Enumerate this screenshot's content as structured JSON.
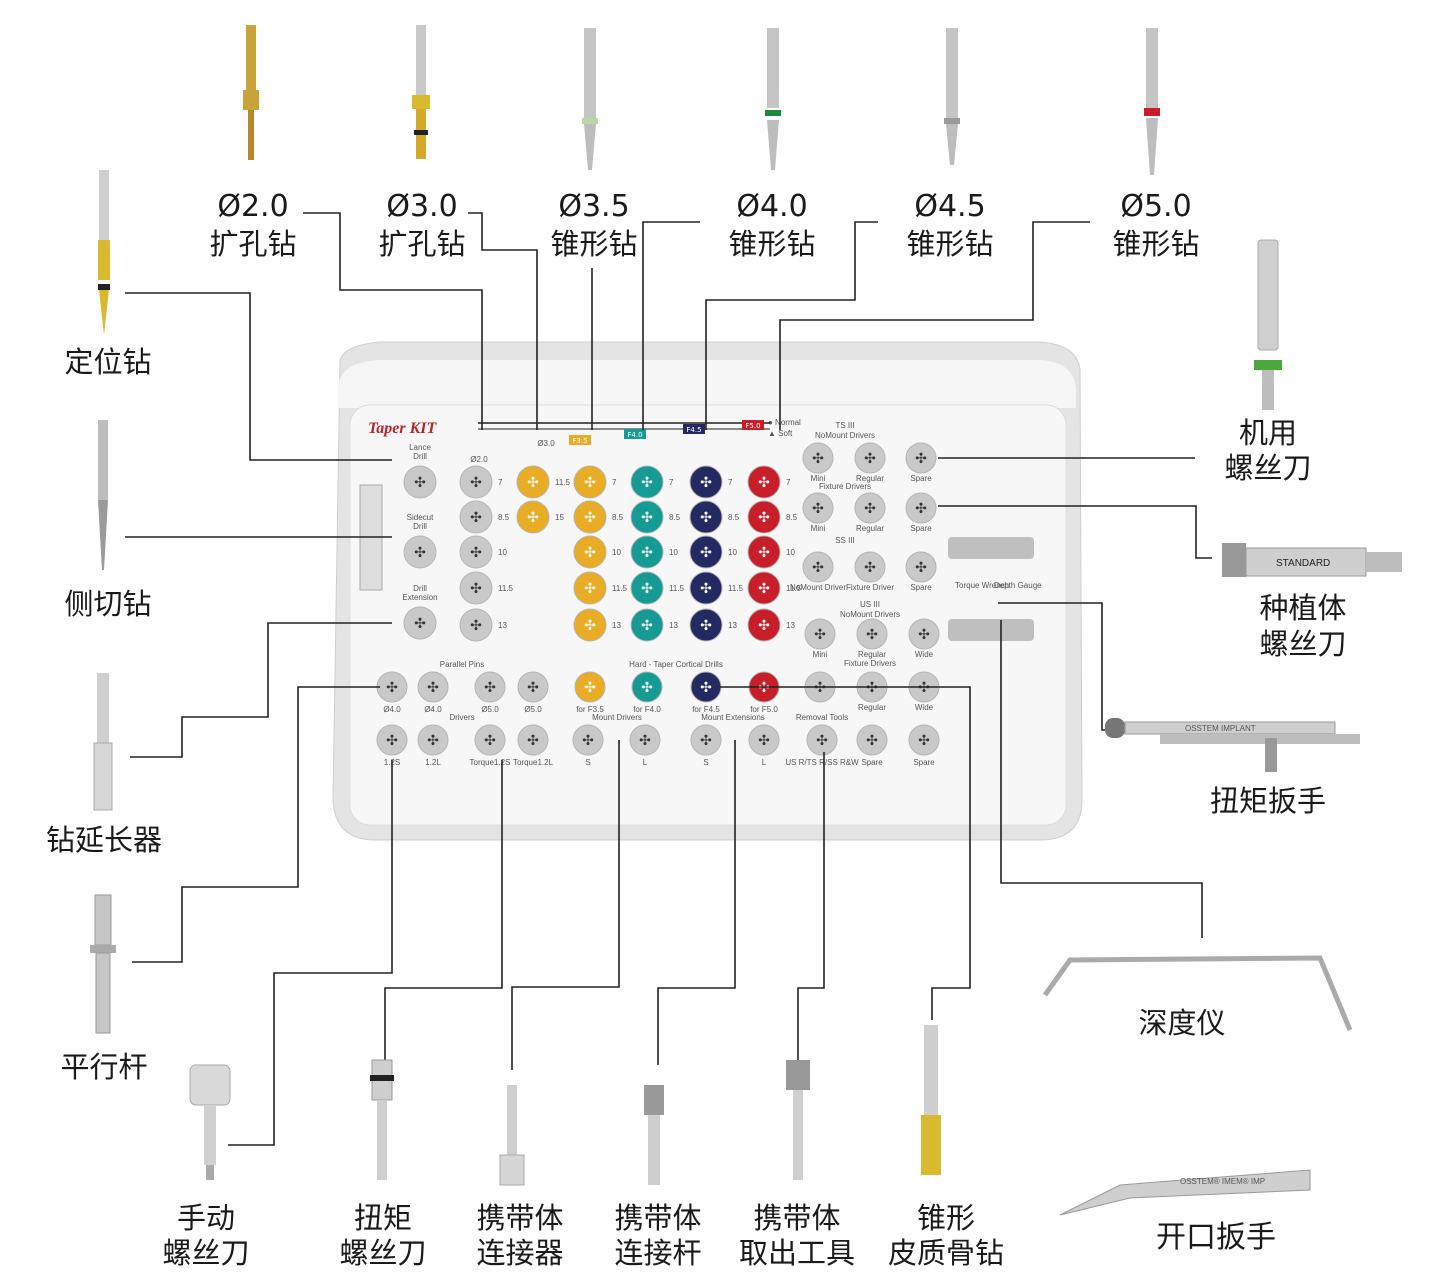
{
  "colors": {
    "yellow": "#e8ac25",
    "teal": "#169a94",
    "navy": "#232a62",
    "red": "#c81e2a",
    "gray": "#c9c9c9",
    "tray": "#ececec",
    "line": "#222222"
  },
  "top_drills": [
    {
      "size": "Ø2.0",
      "name": "扩孔钻"
    },
    {
      "size": "Ø3.0",
      "name": "扩孔钻"
    },
    {
      "size": "Ø3.5",
      "name": "锥形钻"
    },
    {
      "size": "Ø4.0",
      "name": "锥形钻"
    },
    {
      "size": "Ø4.5",
      "name": "锥形钻"
    },
    {
      "size": "Ø5.0",
      "name": "锥形钻"
    }
  ],
  "left_labels": {
    "lance": "定位钻",
    "sidecut": "侧切钻",
    "extension": "钻延长器",
    "parallel": "平行杆"
  },
  "right_labels": {
    "machine_driver": [
      "机用",
      "螺丝刀"
    ],
    "fixture_driver": [
      "种植体",
      "螺丝刀"
    ],
    "torque_wrench": "扭矩扳手",
    "depth_gauge": "深度仪",
    "open_wrench": "开口扳手"
  },
  "bottom_labels": {
    "hand_driver": [
      "手动",
      "螺丝刀"
    ],
    "torque_driver": [
      "扭矩",
      "螺丝刀"
    ],
    "mount_connector": [
      "携带体",
      "连接器"
    ],
    "mount_rod": [
      "携带体",
      "连接杆"
    ],
    "removal_tool": [
      "携带体",
      "取出工具"
    ],
    "cortical_drill": [
      "锥形",
      "皮质骨钻"
    ]
  },
  "tray": {
    "title": "Taper KIT",
    "legend": [
      "● Normal",
      "▲ Soft"
    ],
    "col_tags": [
      "F3.5",
      "F4.0",
      "F4.5",
      "F5.0"
    ],
    "col_heads": [
      "Ø2.0",
      "Ø3.0"
    ],
    "lengths": [
      "7",
      "8.5",
      "10",
      "11.5",
      "13"
    ],
    "left_slots": [
      "Lance Drill",
      "Sidecut Drill",
      "Drill Extension"
    ],
    "sections": {
      "ts": "TS III",
      "ss": "SS III",
      "us": "US III",
      "nomount": "NoMount Drivers",
      "fixture": "Fixture Drivers",
      "parallel": "Parallel Pins",
      "drivers": "Drivers",
      "cortical": "Hard - Taper Cortical Drills",
      "mount_drivers": "Mount Drivers",
      "mount_ext": "Mount Extensions",
      "removal": "Removal Tools",
      "torque": "Torque Wrench",
      "depth": "Depth Gauge"
    },
    "row_labels": {
      "ts1": [
        "Mini",
        "Regular",
        "Spare"
      ],
      "ts2": [
        "Mini",
        "Regular",
        "Spare"
      ],
      "ss": [
        "NoMount Driver",
        "Fixture Driver",
        "Spare"
      ],
      "us1": [
        "Mini",
        "Regular",
        "Wide"
      ],
      "us2": [
        "",
        "Regular",
        "Wide"
      ],
      "pins": [
        "Ø4.0",
        "Ø4.0",
        "Ø5.0",
        "Ø5.0"
      ],
      "drivers": [
        "1.2S",
        "1.2L",
        "Torque1.2S",
        "Torque1.2L"
      ],
      "cortical": [
        "for F3.5",
        "for F4.0",
        "for F4.5",
        "for F5.0"
      ],
      "mount": [
        "S",
        "L",
        "S",
        "L"
      ],
      "removal": [
        "US R/TS R/SS R&W",
        "Spare",
        "Spare"
      ]
    },
    "tool_text": {
      "standard": "STANDARD",
      "osstem": "OSSTEM IMPLANT",
      "osstem_imem": "OSSTEM® IMEM® IMP"
    }
  }
}
